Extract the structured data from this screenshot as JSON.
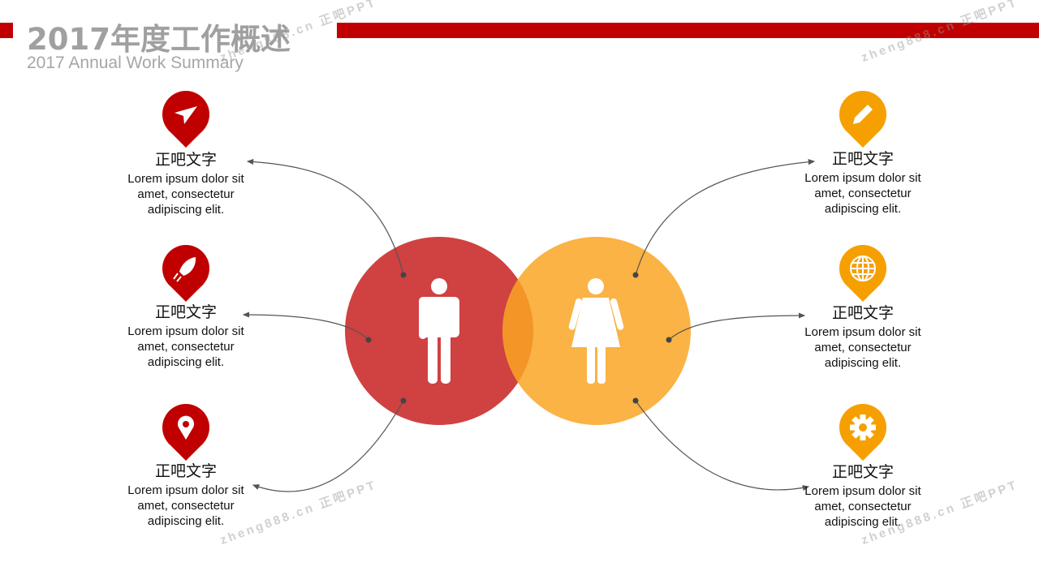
{
  "header": {
    "title": "2017年度工作概述",
    "subtitle": "2017 Annual  Work Summary"
  },
  "colors": {
    "red": "#c00000",
    "orange": "#f5a000",
    "accent_bar": "#c00000"
  },
  "left_items": [
    {
      "icon": "paper-plane-icon",
      "title": "正吧文字",
      "text": [
        "Lorem ipsum dolor sit",
        "amet, consectetur",
        "adipiscing elit."
      ]
    },
    {
      "icon": "rocket-icon",
      "title": "正吧文字",
      "text": [
        "Lorem ipsum dolor sit",
        "amet, consectetur",
        "adipiscing elit."
      ]
    },
    {
      "icon": "location-pin-icon",
      "title": "正吧文字",
      "text": [
        "Lorem ipsum dolor sit",
        "amet, consectetur",
        "adipiscing elit."
      ]
    }
  ],
  "right_items": [
    {
      "icon": "pencil-icon",
      "title": "正吧文字",
      "text": [
        "Lorem ipsum dolor sit",
        "amet, consectetur",
        "adipiscing elit."
      ]
    },
    {
      "icon": "globe-icon",
      "title": "正吧文字",
      "text": [
        "Lorem ipsum dolor sit",
        "amet, consectetur",
        "adipiscing elit."
      ]
    },
    {
      "icon": "gear-icon",
      "title": "正吧文字",
      "text": [
        "Lorem ipsum dolor sit",
        "amet, consectetur",
        "adipiscing elit."
      ]
    }
  ],
  "center": {
    "left_icon": "male-icon",
    "right_icon": "female-icon"
  },
  "watermark": "zheng888.cn 正吧PPT"
}
